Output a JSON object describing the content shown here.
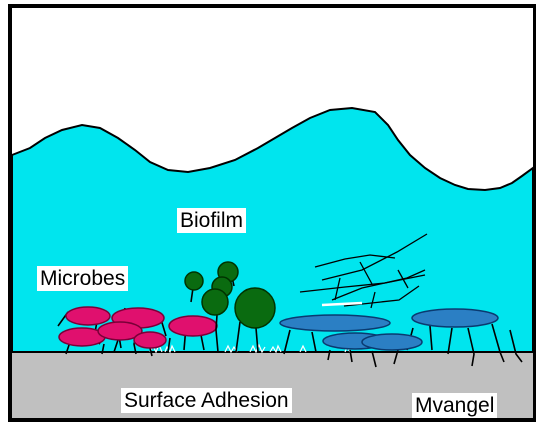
{
  "labels": {
    "biofilm": "Biofilm",
    "microbes": "Microbes",
    "surface": "Surface Adhesion",
    "credit": "Mvangel"
  },
  "colors": {
    "background": "#ffffff",
    "biofilm_fill": "#00e5ee",
    "surface_fill": "#c0c0c0",
    "microbe_pink": "#e0106e",
    "microbe_green": "#0a6b10",
    "microbe_blue": "#2b7fc4",
    "outline": "#000000"
  }
}
